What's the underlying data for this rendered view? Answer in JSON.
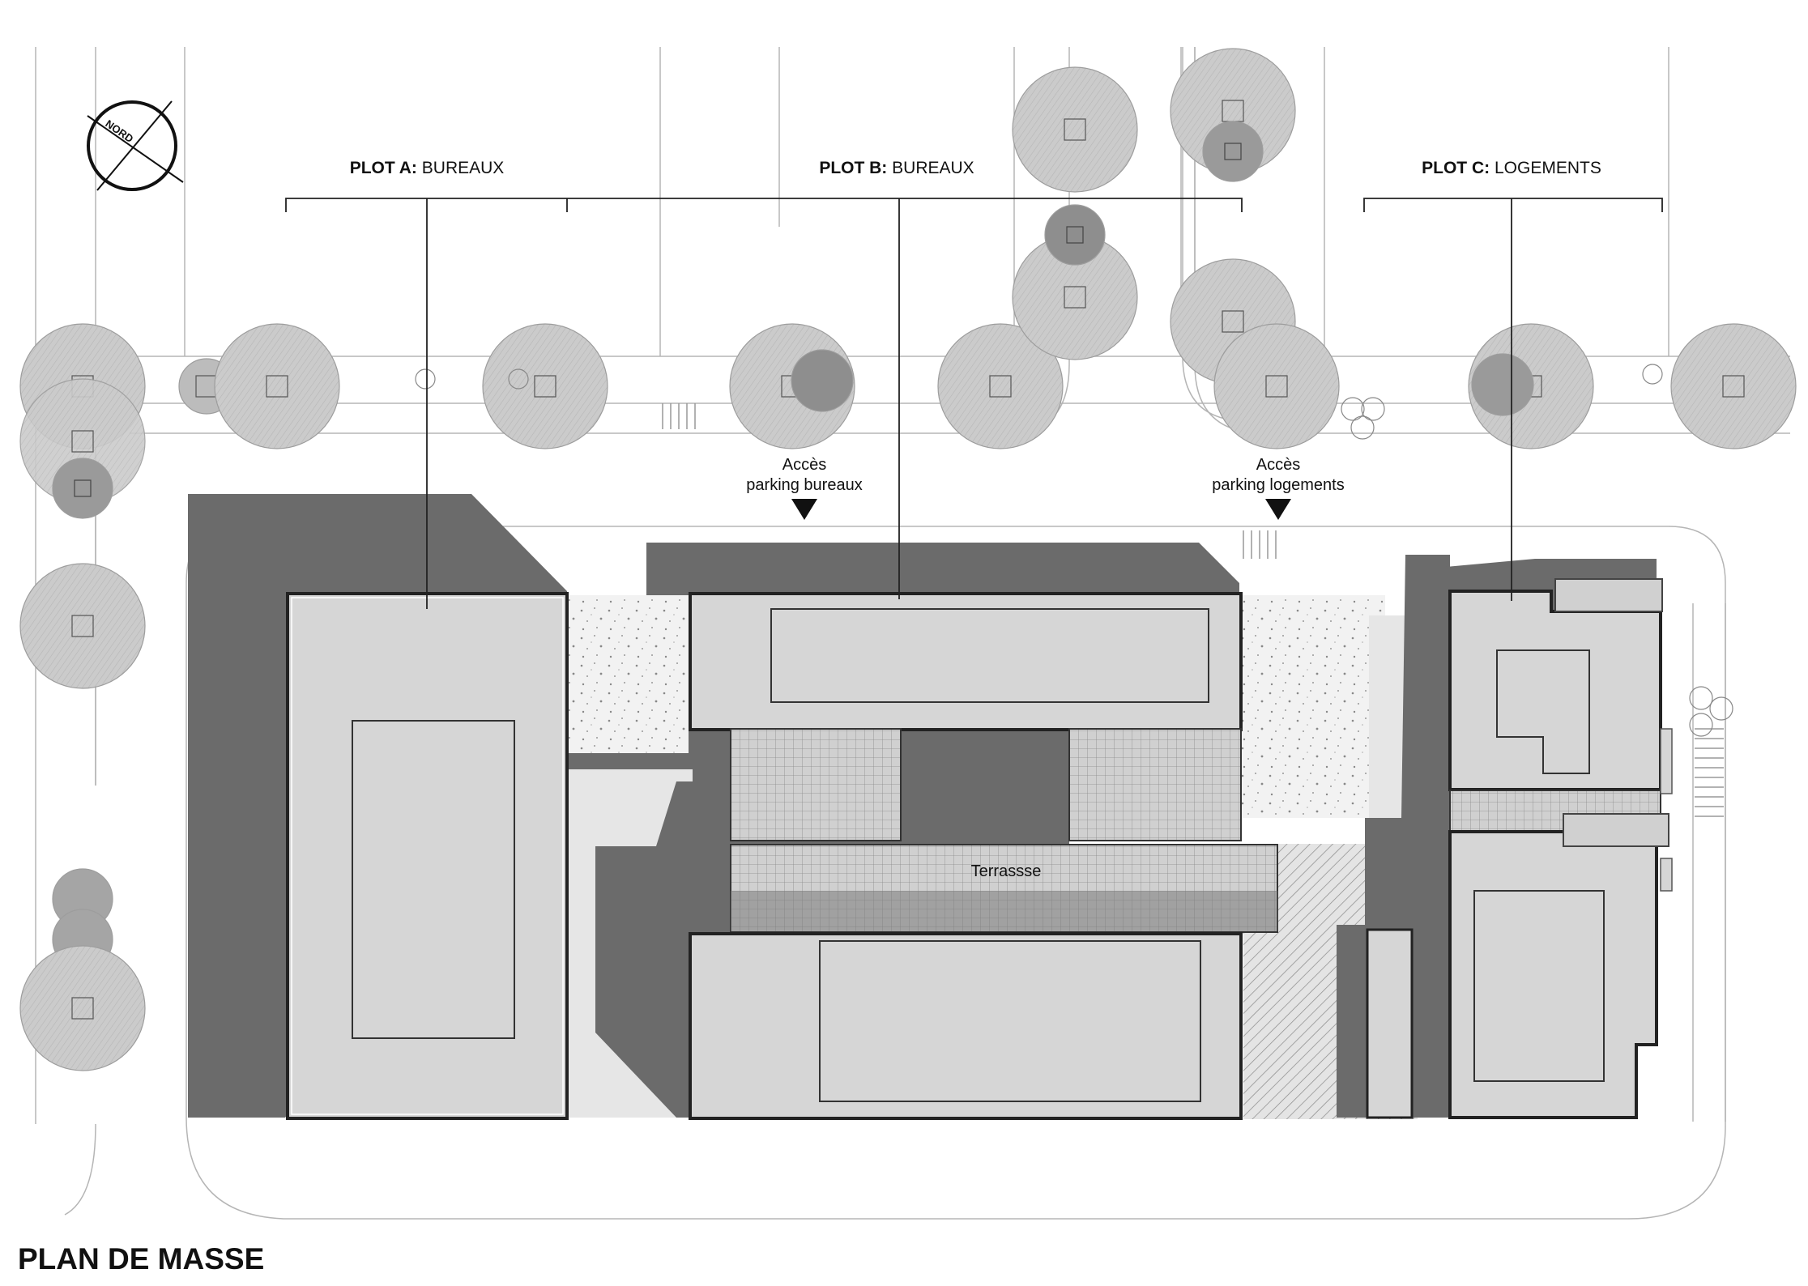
{
  "drawing": {
    "title": "PLAN DE MASSE",
    "north_label": "NORD",
    "plots": [
      {
        "code": "PLOT A:",
        "use": "BUREAUX"
      },
      {
        "code": "PLOT B:",
        "use": "BUREAUX"
      },
      {
        "code": "PLOT C:",
        "use": "LOGEMENTS"
      }
    ],
    "access": [
      {
        "line1": "Accès",
        "line2": "parking bureaux"
      },
      {
        "line1": "Accès",
        "line2": "parking logements"
      }
    ],
    "terrace_label": "Terrassse"
  },
  "palette": {
    "shadow": "#6b6b6b",
    "roof": "#d6d6d6",
    "ground": "#e8e8e8",
    "tree": "#c8c8c8",
    "line": "#9a9a9a"
  }
}
